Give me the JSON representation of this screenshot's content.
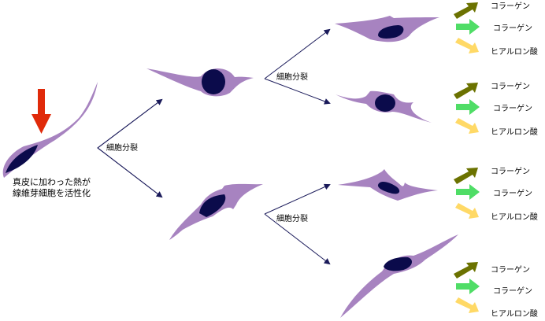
{
  "colors": {
    "cytoplasm": "#a783c0",
    "nucleus": "#0b0b4b",
    "heat_arrow": "#e02a0a",
    "division_arrow": "#1a1a5a",
    "collagen1_arrow": "#6b7200",
    "collagen3_arrow": "#4fdd66",
    "hyaluronic_arrow": "#ffd966"
  },
  "initial_cell": {
    "caption_line1": "真皮に加わった熱が",
    "caption_line2": "線維芽細胞を活性化",
    "heat_arrow_icon": "red-down-arrow"
  },
  "divisions": [
    {
      "label": "細胞分裂"
    },
    {
      "label": "細胞分裂"
    },
    {
      "label": "細胞分裂"
    }
  ],
  "outputs": [
    {
      "items": [
        {
          "label": "コラーゲン"
        },
        {
          "label": "コラーゲン"
        },
        {
          "label": "ヒアルロン酸"
        }
      ]
    },
    {
      "items": [
        {
          "label": "コラーゲン"
        },
        {
          "label": "コラーゲン"
        },
        {
          "label": "ヒアルロン酸"
        }
      ]
    },
    {
      "items": [
        {
          "label": "コラーゲン"
        },
        {
          "label": "コラーゲン"
        },
        {
          "label": "ヒアルロン酸"
        }
      ]
    },
    {
      "items": [
        {
          "label": "コラーゲン"
        },
        {
          "label": "コラーゲン"
        },
        {
          "label": "ヒアルロン酸"
        }
      ]
    }
  ]
}
